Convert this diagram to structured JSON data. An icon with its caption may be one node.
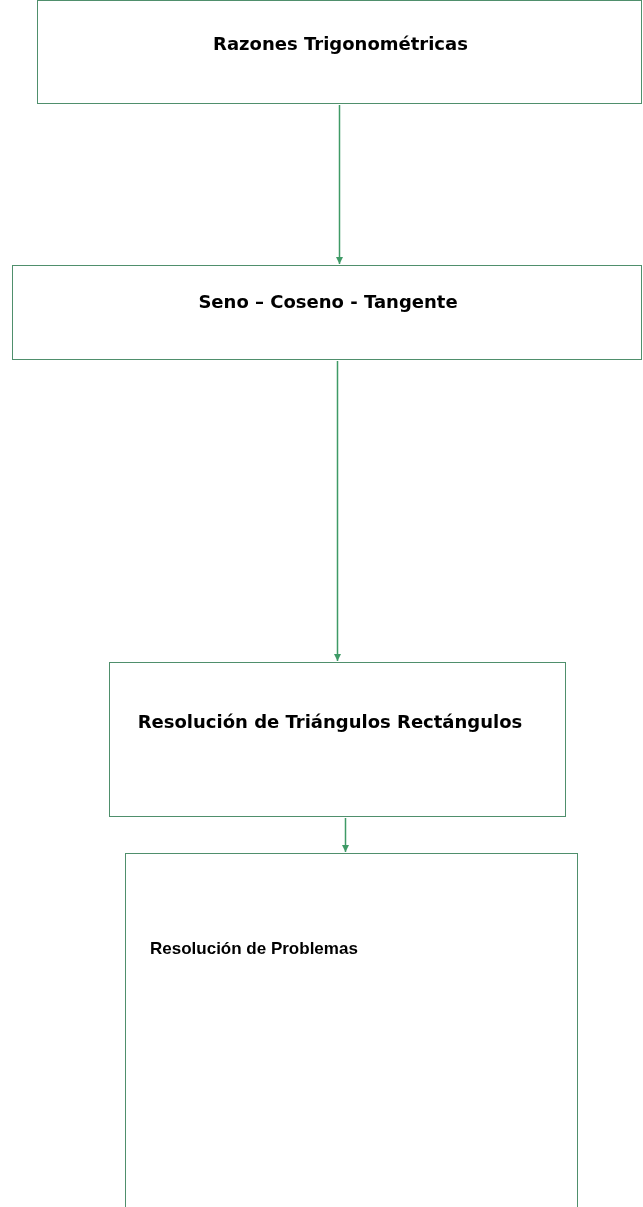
{
  "diagram": {
    "nodes": [
      {
        "text": [
          "Razones Trigonométricas"
        ]
      },
      {
        "text": [
          "Seno – Coseno - Tangente"
        ]
      },
      {
        "text": [
          "Resolución de Triángulos Rectángulos"
        ]
      },
      {
        "text": [
          "Resolución de Problemas"
        ]
      }
    ],
    "edges": [
      {
        "from": 0,
        "to": 1,
        "arrow": "to"
      },
      {
        "from": 1,
        "to": 2,
        "arrow": "to"
      },
      {
        "from": 2,
        "to": 3,
        "arrow": "to"
      }
    ]
  }
}
